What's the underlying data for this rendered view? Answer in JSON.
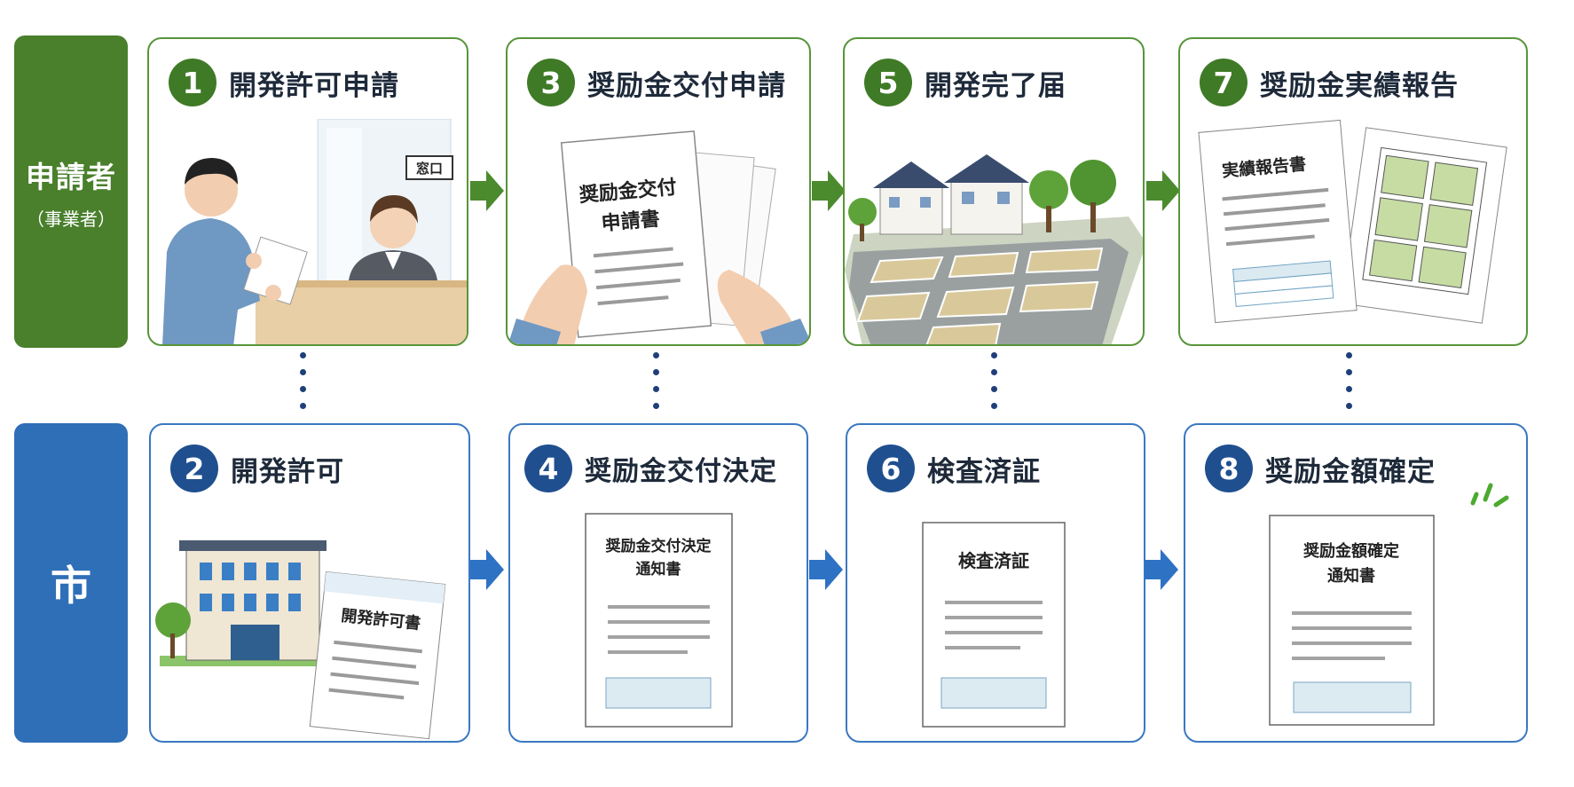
{
  "lanes": {
    "applicant": {
      "label": "申請者",
      "sublabel": "（事業者）"
    },
    "city": {
      "label": "市"
    }
  },
  "steps": [
    {
      "number": "1",
      "title": "開発許可申請",
      "sign": "窓口"
    },
    {
      "number": "2",
      "title": "開発許可",
      "doc_title": "開発許可書"
    },
    {
      "number": "3",
      "title": "奨励金交付申請",
      "doc_line1": "奨励金交付",
      "doc_line2": "申請書"
    },
    {
      "number": "4",
      "title": "奨励金交付決定",
      "doc_line1": "奨励金交付決定",
      "doc_line2": "通知書"
    },
    {
      "number": "5",
      "title": "開発完了届"
    },
    {
      "number": "6",
      "title": "検査済証",
      "doc_title": "検査済証"
    },
    {
      "number": "7",
      "title": "奨励金実績報告",
      "doc_title": "実績報告書"
    },
    {
      "number": "8",
      "title": "奨励金額確定",
      "doc_line1": "奨励金額確定",
      "doc_line2": "通知書"
    }
  ],
  "colors": {
    "applicant_green": "#4a7f2c",
    "city_blue": "#2f6fb7",
    "arrow_green": "#4c8a2e",
    "arrow_blue": "#2e72c4"
  }
}
